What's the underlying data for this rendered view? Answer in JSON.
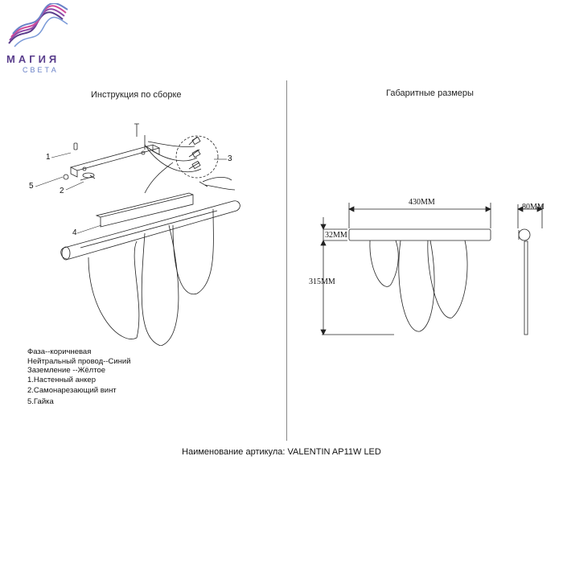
{
  "logo": {
    "name": "МАГИЯ",
    "sub": "СВЕТА"
  },
  "headings": {
    "assembly": "Инструкция по сборке",
    "dimensions": "Габаритные размеры"
  },
  "callouts": {
    "c1": "1",
    "c2": "2",
    "c3": "3",
    "c4": "4",
    "c5": "5"
  },
  "dimensions": {
    "width": "430MM",
    "depth": "80MM",
    "bar": "32MM",
    "height": "315MM"
  },
  "legend": [
    "Фаза--коричневая",
    "Нейтральный провод--Синий",
    "Заземление --Жёлтое",
    "1.Настенный анкер",
    "2.Самонарезающий винт",
    "5.Гайка"
  ],
  "article": "Наименование артикула: VALENTIN AP11W LED",
  "colors": {
    "logo_purple": "#5a3e8c",
    "logo_pink": "#d04a9a",
    "logo_blue": "#6a82c8",
    "line": "#222222"
  }
}
